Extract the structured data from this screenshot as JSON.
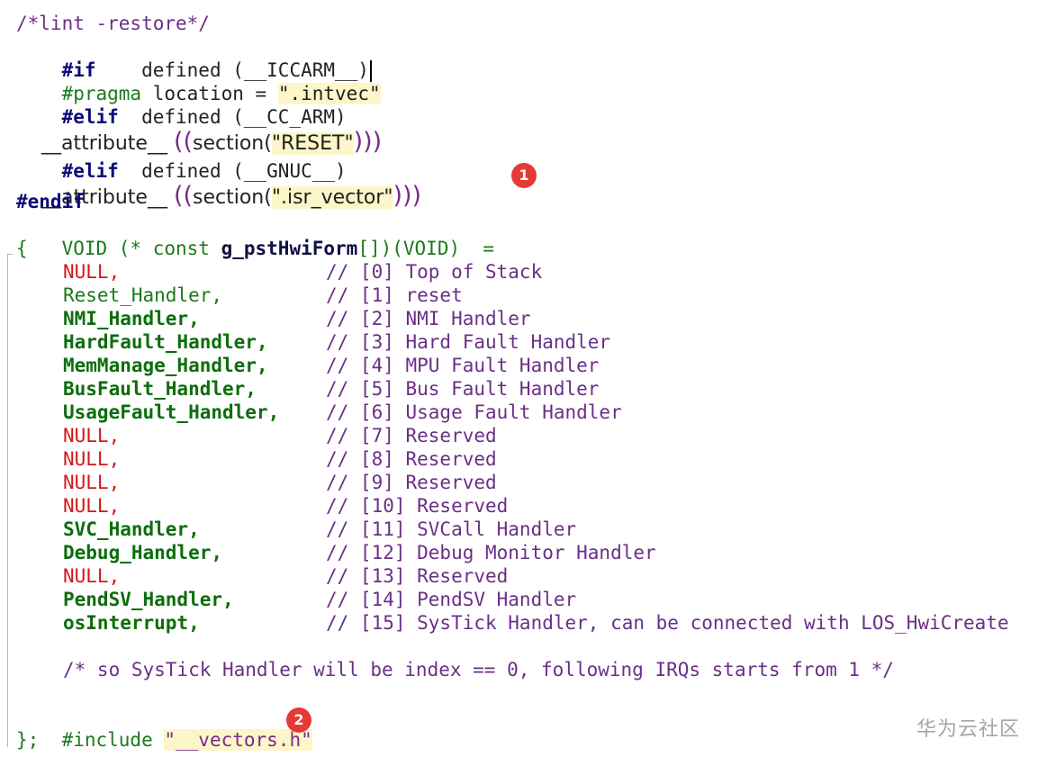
{
  "code": {
    "lint_restore": "/*lint -restore*/",
    "if_kw": "#if",
    "if_rest": "defined (__ICCARM__)",
    "pragma_kw": "#pragma",
    "pragma_rest": " location = ",
    "pragma_str": "\".intvec\"",
    "elif_kw": "#elif",
    "elif1_rest": "defined (__CC_ARM)",
    "attr1_pre": "__attribute__ ",
    "attr1_open": "((",
    "attr1_section": "section(",
    "attr1_str": "\"RESET\"",
    "attr1_close": ")))",
    "elif2_rest": "defined (__GNUC__)",
    "attr2_pre": "__attribute__ ",
    "attr2_open": "((",
    "attr2_section": "section(",
    "attr2_str": "\".isr_vector\"",
    "attr2_close": ")))",
    "endif_kw": "#endif",
    "decl_pre": "VOID (* const ",
    "decl_name": "g_pstHwiForm",
    "decl_post": "[])(VOID)  =",
    "open_brace": "{",
    "entries": [
      {
        "handler": "NULL,",
        "comment": "// [0] Top of Stack"
      },
      {
        "handler": "Reset_Handler,",
        "comment": "// [1] reset"
      },
      {
        "handler": "NMI_Handler,",
        "comment": "// [2] NMI Handler"
      },
      {
        "handler": "HardFault_Handler,",
        "comment": "// [3] Hard Fault Handler"
      },
      {
        "handler": "MemManage_Handler,",
        "comment": "// [4] MPU Fault Handler"
      },
      {
        "handler": "BusFault_Handler,",
        "comment": "// [5] Bus Fault Handler"
      },
      {
        "handler": "UsageFault_Handler,",
        "comment": "// [6] Usage Fault Handler"
      },
      {
        "handler": "NULL,",
        "comment": "// [7] Reserved"
      },
      {
        "handler": "NULL,",
        "comment": "// [8] Reserved"
      },
      {
        "handler": "NULL,",
        "comment": "// [9] Reserved"
      },
      {
        "handler": "NULL,",
        "comment": "// [10] Reserved"
      },
      {
        "handler": "SVC_Handler,",
        "comment": "// [11] SVCall Handler"
      },
      {
        "handler": "Debug_Handler,",
        "comment": "// [12] Debug Monitor Handler"
      },
      {
        "handler": "NULL,",
        "comment": "// [13] Reserved"
      },
      {
        "handler": "PendSV_Handler,",
        "comment": "// [14] PendSV Handler"
      },
      {
        "handler": "osInterrupt,",
        "comment": "// [15] SysTick Handler, can be connected with LOS_HwiCreate"
      }
    ],
    "block_comment": "/* so SysTick Handler will be index == 0, following IRQs starts from 1 */",
    "include_kw": "#include ",
    "include_str": "\"__vectors.h\"",
    "close_brace": "};"
  },
  "badges": [
    "1",
    "2"
  ],
  "watermark": "华为云社区",
  "colors": {
    "null": "#d41818",
    "handler": "#0b6e0b",
    "comment": "#6b2f86",
    "preprocessor": "#0a0a78",
    "string_bg": "#fcf6c8",
    "badge": "#e53935"
  }
}
